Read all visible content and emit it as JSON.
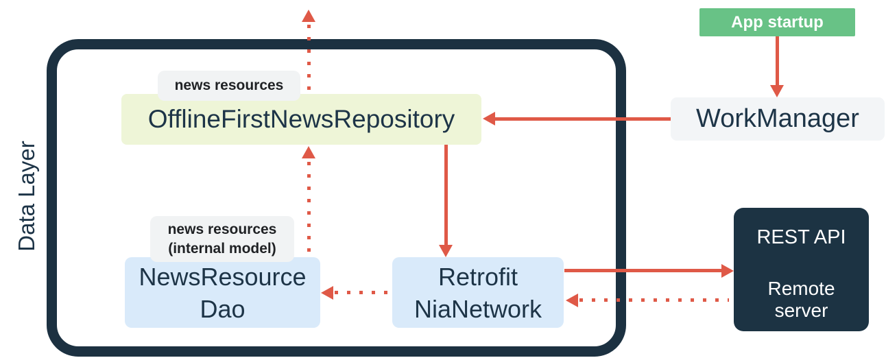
{
  "diagram": {
    "type": "architecture-diagram",
    "container": {
      "label": "Data Layer"
    },
    "nodes": {
      "repository": {
        "label": "OfflineFirstNewsRepository"
      },
      "dao": {
        "line1": "NewsResource",
        "line2": "Dao"
      },
      "network": {
        "line1": "Retrofit",
        "line2": "NiaNetwork"
      },
      "workmanager": {
        "label": "WorkManager"
      },
      "app_startup": {
        "label": "App startup"
      },
      "rest_api": {
        "title": "REST API",
        "line1": "Remote",
        "line2": "server"
      }
    },
    "tags": {
      "repository": "news resources",
      "dao_line1": "news resources",
      "dao_line2": "(internal model)"
    },
    "edges": [
      {
        "from": "NewsResourceDao",
        "to": "OfflineFirstNewsRepository",
        "style": "dotted",
        "direction": "up"
      },
      {
        "from": "OfflineFirstNewsRepository",
        "to": "offscreen-top",
        "style": "dotted",
        "direction": "up"
      },
      {
        "from": "OfflineFirstNewsRepository",
        "to": "RetrofitNiaNetwork",
        "style": "solid",
        "direction": "down"
      },
      {
        "from": "WorkManager",
        "to": "OfflineFirstNewsRepository",
        "style": "solid",
        "direction": "left"
      },
      {
        "from": "App startup",
        "to": "WorkManager",
        "style": "solid",
        "direction": "down"
      },
      {
        "from": "RetrofitNiaNetwork",
        "to": "REST API",
        "style": "solid",
        "direction": "right"
      },
      {
        "from": "REST API",
        "to": "RetrofitNiaNetwork",
        "style": "dotted",
        "direction": "left"
      },
      {
        "from": "RetrofitNiaNetwork",
        "to": "NewsResourceDao",
        "style": "dotted",
        "direction": "left"
      }
    ],
    "colors": {
      "navy_border": "#1c3141",
      "navy_text": "#1d3447",
      "rest_api_bg": "#1c3343",
      "arrow_red": "#df5947",
      "repository_bg": "#eef5d7",
      "dao_bg": "#d9eafa",
      "network_bg": "#d9eafa",
      "app_startup_bg": "#68c286",
      "workmanager_bg": "#f3f5f7",
      "tag_bg": "#f1f3f4",
      "background": "#ffffff"
    }
  }
}
